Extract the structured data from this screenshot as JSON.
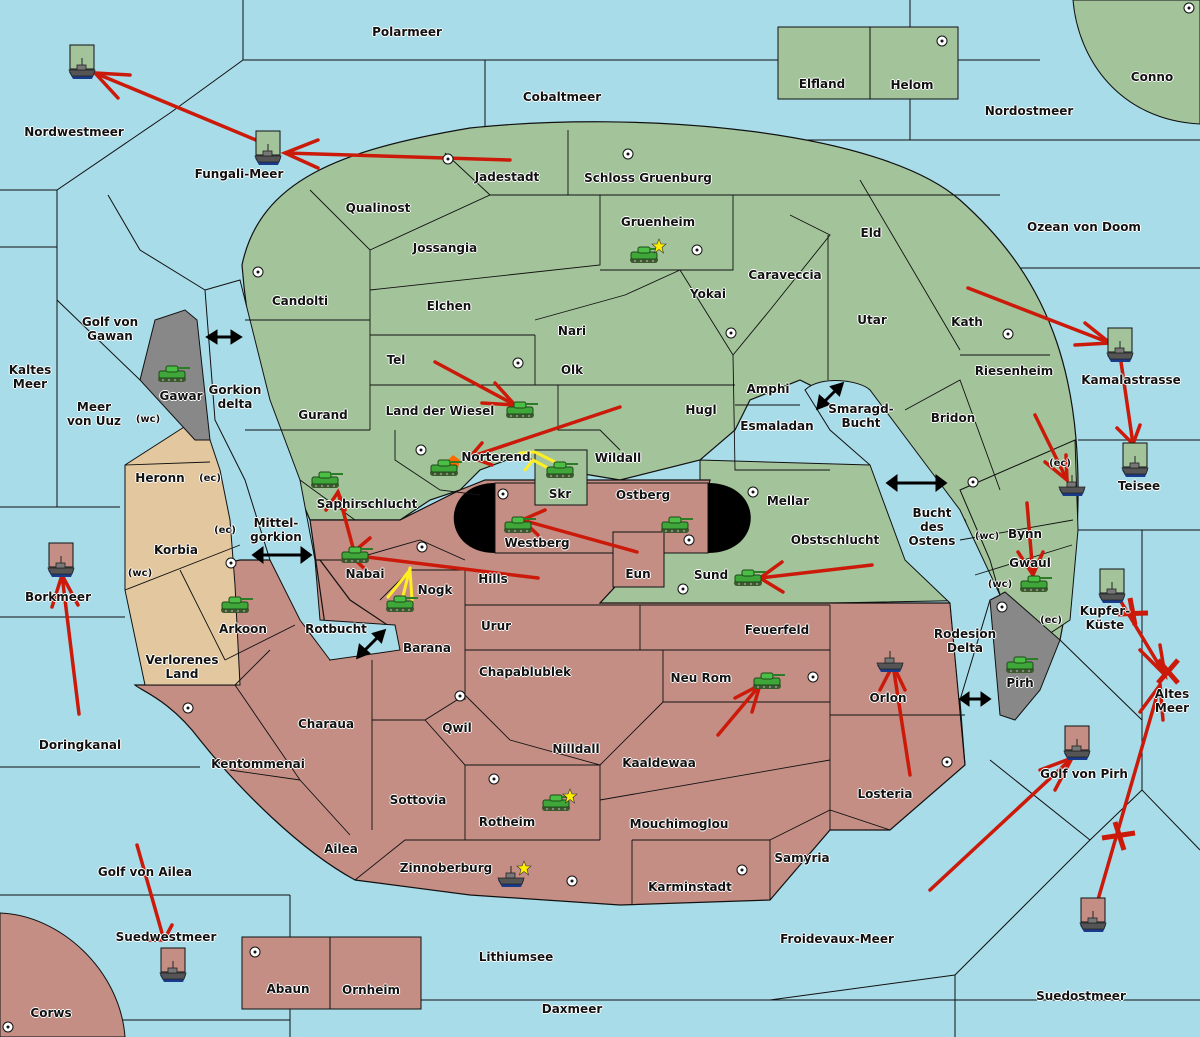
{
  "map": {
    "title": "Diplomacy variant map",
    "colors": {
      "sea": "#a8dce9",
      "green_power": "#a3c49a",
      "red_power": "#c48e85",
      "neutral_land": "#e3c79e",
      "grey_power": "#888888",
      "border": "#111111",
      "order_arrow": "#cc1a0a",
      "support_arrow": "#ffee22",
      "star": "#ffee00",
      "impassable": "#000000"
    }
  },
  "provinces": [
    {
      "name": "Polarmeer",
      "type": "sea"
    },
    {
      "name": "Cobaltmeer",
      "type": "sea"
    },
    {
      "name": "Nordwestmeer",
      "type": "sea"
    },
    {
      "name": "Fungali-Meer",
      "type": "sea"
    },
    {
      "name": "Nordostmeer",
      "type": "sea"
    },
    {
      "name": "Ozean von Doom",
      "type": "sea"
    },
    {
      "name": "Golf von\nGawan",
      "type": "sea"
    },
    {
      "name": "Kaltes\nMeer",
      "type": "sea"
    },
    {
      "name": "Meer\nvon Uuz",
      "type": "sea"
    },
    {
      "name": "Gorkion\ndelta",
      "type": "sea"
    },
    {
      "name": "Mittel-\ngorkion",
      "type": "sea"
    },
    {
      "name": "Rotbucht",
      "type": "sea"
    },
    {
      "name": "Smaragd-\nBucht",
      "type": "sea"
    },
    {
      "name": "Bucht\ndes\nOstens",
      "type": "sea"
    },
    {
      "name": "Rodesion\nDelta",
      "type": "sea"
    },
    {
      "name": "Kamalastrasse",
      "type": "sea"
    },
    {
      "name": "Teisee",
      "type": "sea"
    },
    {
      "name": "Kupfer-\nKüste",
      "type": "sea"
    },
    {
      "name": "Altes\nMeer",
      "type": "sea"
    },
    {
      "name": "Golf von Pirh",
      "type": "sea"
    },
    {
      "name": "Borkmeer",
      "type": "sea"
    },
    {
      "name": "Doringkanal",
      "type": "sea"
    },
    {
      "name": "Golf von Ailea",
      "type": "sea"
    },
    {
      "name": "Suedwestmeer",
      "type": "sea"
    },
    {
      "name": "Lithiumsee",
      "type": "sea"
    },
    {
      "name": "Daxmeer",
      "type": "sea"
    },
    {
      "name": "Froidevaux-Meer",
      "type": "sea"
    },
    {
      "name": "Suedostmeer",
      "type": "sea"
    },
    {
      "name": "Elfland",
      "type": "land",
      "owner": "green"
    },
    {
      "name": "Helom",
      "type": "land",
      "owner": "green"
    },
    {
      "name": "Conno",
      "type": "land",
      "owner": "green"
    },
    {
      "name": "Jadestadt",
      "type": "land",
      "owner": "green"
    },
    {
      "name": "Schloss Gruenburg",
      "type": "land",
      "owner": "green"
    },
    {
      "name": "Qualinost",
      "type": "land",
      "owner": "green"
    },
    {
      "name": "Gruenheim",
      "type": "land",
      "owner": "green"
    },
    {
      "name": "Eld",
      "type": "land",
      "owner": "green"
    },
    {
      "name": "Jossangia",
      "type": "land",
      "owner": "green"
    },
    {
      "name": "Caraveccia",
      "type": "land",
      "owner": "green"
    },
    {
      "name": "Candolti",
      "type": "land",
      "owner": "green"
    },
    {
      "name": "Elchen",
      "type": "land",
      "owner": "green"
    },
    {
      "name": "Yokai",
      "type": "land",
      "owner": "green"
    },
    {
      "name": "Utar",
      "type": "land",
      "owner": "green"
    },
    {
      "name": "Kath",
      "type": "land",
      "owner": "green"
    },
    {
      "name": "Nari",
      "type": "land",
      "owner": "green"
    },
    {
      "name": "Tel",
      "type": "land",
      "owner": "green"
    },
    {
      "name": "Olk",
      "type": "land",
      "owner": "green"
    },
    {
      "name": "Riesenheim",
      "type": "land",
      "owner": "green"
    },
    {
      "name": "Amphi",
      "type": "land",
      "owner": "green"
    },
    {
      "name": "Gurand",
      "type": "land",
      "owner": "green"
    },
    {
      "name": "Land der Wiesel",
      "type": "land",
      "owner": "green"
    },
    {
      "name": "Hugl",
      "type": "land",
      "owner": "green"
    },
    {
      "name": "Bridon",
      "type": "land",
      "owner": "green"
    },
    {
      "name": "Esmaladan",
      "type": "land",
      "owner": "green"
    },
    {
      "name": "Norterend",
      "type": "land",
      "owner": "green"
    },
    {
      "name": "Wildall",
      "type": "land",
      "owner": "green"
    },
    {
      "name": "Skr",
      "type": "land",
      "owner": "green"
    },
    {
      "name": "Saphirschlucht",
      "type": "land",
      "owner": "green"
    },
    {
      "name": "Mellar",
      "type": "land",
      "owner": "green"
    },
    {
      "name": "Obstschlucht",
      "type": "land",
      "owner": "green"
    },
    {
      "name": "Bynn",
      "type": "land",
      "owner": "green"
    },
    {
      "name": "Gwaul",
      "type": "land",
      "owner": "green"
    },
    {
      "name": "Sund",
      "type": "land",
      "owner": "green"
    },
    {
      "name": "Gawar",
      "type": "land",
      "owner": "grey"
    },
    {
      "name": "Pirh",
      "type": "land",
      "owner": "grey"
    },
    {
      "name": "Heronn",
      "type": "land",
      "owner": "neutral"
    },
    {
      "name": "Korbia",
      "type": "land",
      "owner": "neutral"
    },
    {
      "name": "Verlorenes\nLand",
      "type": "land",
      "owner": "neutral"
    },
    {
      "name": "Ostberg",
      "type": "land",
      "owner": "red"
    },
    {
      "name": "Westberg",
      "type": "land",
      "owner": "red"
    },
    {
      "name": "Eun",
      "type": "land",
      "owner": "red"
    },
    {
      "name": "Nabai",
      "type": "land",
      "owner": "red"
    },
    {
      "name": "Nogk",
      "type": "land",
      "owner": "red"
    },
    {
      "name": "Hills",
      "type": "land",
      "owner": "red"
    },
    {
      "name": "Arkoon",
      "type": "land",
      "owner": "red"
    },
    {
      "name": "Urur",
      "type": "land",
      "owner": "red"
    },
    {
      "name": "Feuerfeld",
      "type": "land",
      "owner": "red"
    },
    {
      "name": "Barana",
      "type": "land",
      "owner": "red"
    },
    {
      "name": "Chapablublek",
      "type": "land",
      "owner": "red"
    },
    {
      "name": "Neu Rom",
      "type": "land",
      "owner": "red"
    },
    {
      "name": "Orlon",
      "type": "land",
      "owner": "red"
    },
    {
      "name": "Charaua",
      "type": "land",
      "owner": "red"
    },
    {
      "name": "Qwil",
      "type": "land",
      "owner": "red"
    },
    {
      "name": "Nilldall",
      "type": "land",
      "owner": "red"
    },
    {
      "name": "Kaaldewaa",
      "type": "land",
      "owner": "red"
    },
    {
      "name": "Kentommenai",
      "type": "land",
      "owner": "red"
    },
    {
      "name": "Sottovia",
      "type": "land",
      "owner": "red"
    },
    {
      "name": "Losteria",
      "type": "land",
      "owner": "red"
    },
    {
      "name": "Rotheim",
      "type": "land",
      "owner": "red"
    },
    {
      "name": "Mouchimoglou",
      "type": "land",
      "owner": "red"
    },
    {
      "name": "Ailea",
      "type": "land",
      "owner": "red"
    },
    {
      "name": "Samyria",
      "type": "land",
      "owner": "red"
    },
    {
      "name": "Zinnoberburg",
      "type": "land",
      "owner": "red"
    },
    {
      "name": "Karminstadt",
      "type": "land",
      "owner": "red"
    },
    {
      "name": "Abaun",
      "type": "land",
      "owner": "red"
    },
    {
      "name": "Ornheim",
      "type": "land",
      "owner": "red"
    },
    {
      "name": "Corws",
      "type": "land",
      "owner": "red"
    }
  ],
  "coast_labels": [
    "(wc)",
    "(ec)",
    "(ec)",
    "(wc)",
    "(ec)",
    "(wc)",
    "(wc)",
    "(ec)"
  ],
  "units": [
    {
      "type": "fleet",
      "province": "Nordwestmeer",
      "owner": "green"
    },
    {
      "type": "fleet",
      "province": "Fungali-Meer",
      "owner": "green"
    },
    {
      "type": "fleet",
      "province": "Kamalastrasse",
      "owner": "green"
    },
    {
      "type": "fleet",
      "province": "Teisee",
      "owner": "green"
    },
    {
      "type": "fleet",
      "province": "Bynn (ec)",
      "owner": "green"
    },
    {
      "type": "fleet",
      "province": "Kupfer-Küste",
      "owner": "green"
    },
    {
      "type": "fleet",
      "province": "Borkmeer",
      "owner": "red"
    },
    {
      "type": "fleet",
      "province": "Suedwestmeer",
      "owner": "red"
    },
    {
      "type": "fleet",
      "province": "Golf von Pirh",
      "owner": "red"
    },
    {
      "type": "fleet",
      "province": "Suedostmeer",
      "owner": "red"
    },
    {
      "type": "fleet",
      "province": "Orlon",
      "owner": "red"
    },
    {
      "type": "fleet",
      "province": "Zinnoberburg",
      "owner": "red",
      "built": true
    },
    {
      "type": "army",
      "province": "Gruenheim",
      "owner": "green",
      "built": true
    },
    {
      "type": "army",
      "province": "Land der Wiesel",
      "owner": "green"
    },
    {
      "type": "army",
      "province": "Norterend",
      "owner": "green",
      "dislodged": true
    },
    {
      "type": "army",
      "province": "Skr",
      "owner": "green"
    },
    {
      "type": "army",
      "province": "Saphirschlucht",
      "owner": "green"
    },
    {
      "type": "army",
      "province": "Gawar",
      "owner": "green"
    },
    {
      "type": "army",
      "province": "Gwaul",
      "owner": "green"
    },
    {
      "type": "army",
      "province": "Pirh",
      "owner": "green"
    },
    {
      "type": "army",
      "province": "Sund",
      "owner": "green"
    },
    {
      "type": "army",
      "province": "Westberg",
      "owner": "green"
    },
    {
      "type": "army",
      "province": "Ostberg",
      "owner": "green"
    },
    {
      "type": "army",
      "province": "Nabai",
      "owner": "green"
    },
    {
      "type": "army",
      "province": "Nogk",
      "owner": "green"
    },
    {
      "type": "army",
      "province": "Arkoon",
      "owner": "green"
    },
    {
      "type": "army",
      "province": "Neu Rom",
      "owner": "green"
    },
    {
      "type": "army",
      "province": "Rotheim",
      "owner": "green",
      "built": true
    }
  ],
  "legend_icons": {
    "army": "tank-icon",
    "fleet": "warship-icon",
    "supply_center": "supply-center-dot-icon",
    "build": "star-icon",
    "failed": "x-mark-icon",
    "canal": "double-arrow-icon"
  }
}
